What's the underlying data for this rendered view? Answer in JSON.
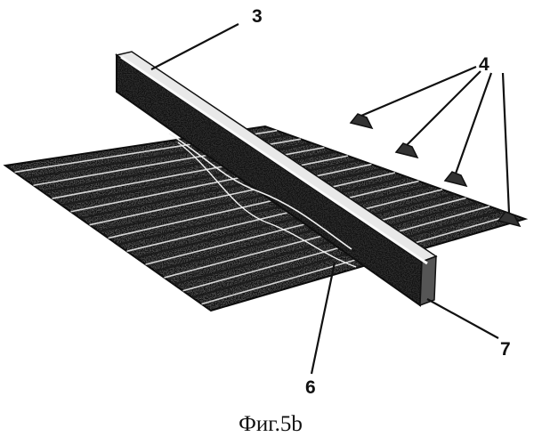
{
  "figure": {
    "caption": "Фиг.5b",
    "callouts": {
      "label_3": "3",
      "label_4": "4",
      "label_6": "6",
      "label_7": "7"
    }
  }
}
